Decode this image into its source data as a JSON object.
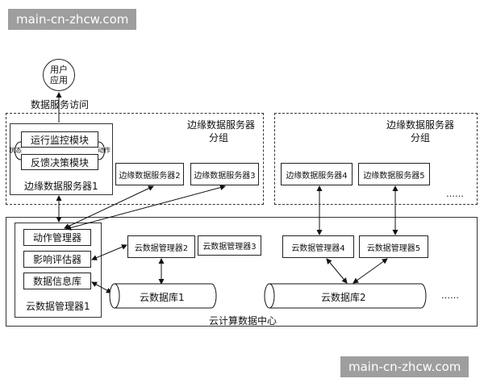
{
  "watermark": {
    "text": "main-cn-zhcw.com"
  },
  "user_app": {
    "line1": "用户",
    "line2": "应用"
  },
  "access_label": "数据服务访问",
  "edge_group_left": {
    "title_line1": "边缘数据服务器",
    "title_line2": "分组",
    "server1": {
      "monitor_module": "运行监控模块",
      "feedback_module": "反馈决策模块",
      "state_label": "状态",
      "action_label": "动作",
      "name": "边缘数据服务器1"
    },
    "server2": "边缘数据服务器2",
    "server3": "边缘数据服务器3"
  },
  "edge_group_right": {
    "title_line1": "边缘数据服务器",
    "title_line2": "分组",
    "server4": "边缘数据服务器4",
    "server5": "边缘数据服务器5",
    "more": "……"
  },
  "cloud": {
    "center_label": "云计算数据中心",
    "manager1": {
      "action_manager": "动作管理器",
      "impact_evaluator": "影响评估器",
      "data_info_db": "数据信息库",
      "name": "云数据管理器1"
    },
    "manager2": "云数据管理器2",
    "manager3": "云数据管理器3",
    "manager4": "云数据管理器4",
    "manager5": "云数据管理器5",
    "db1": "云数据库1",
    "db2": "云数据库2",
    "more": "……"
  }
}
